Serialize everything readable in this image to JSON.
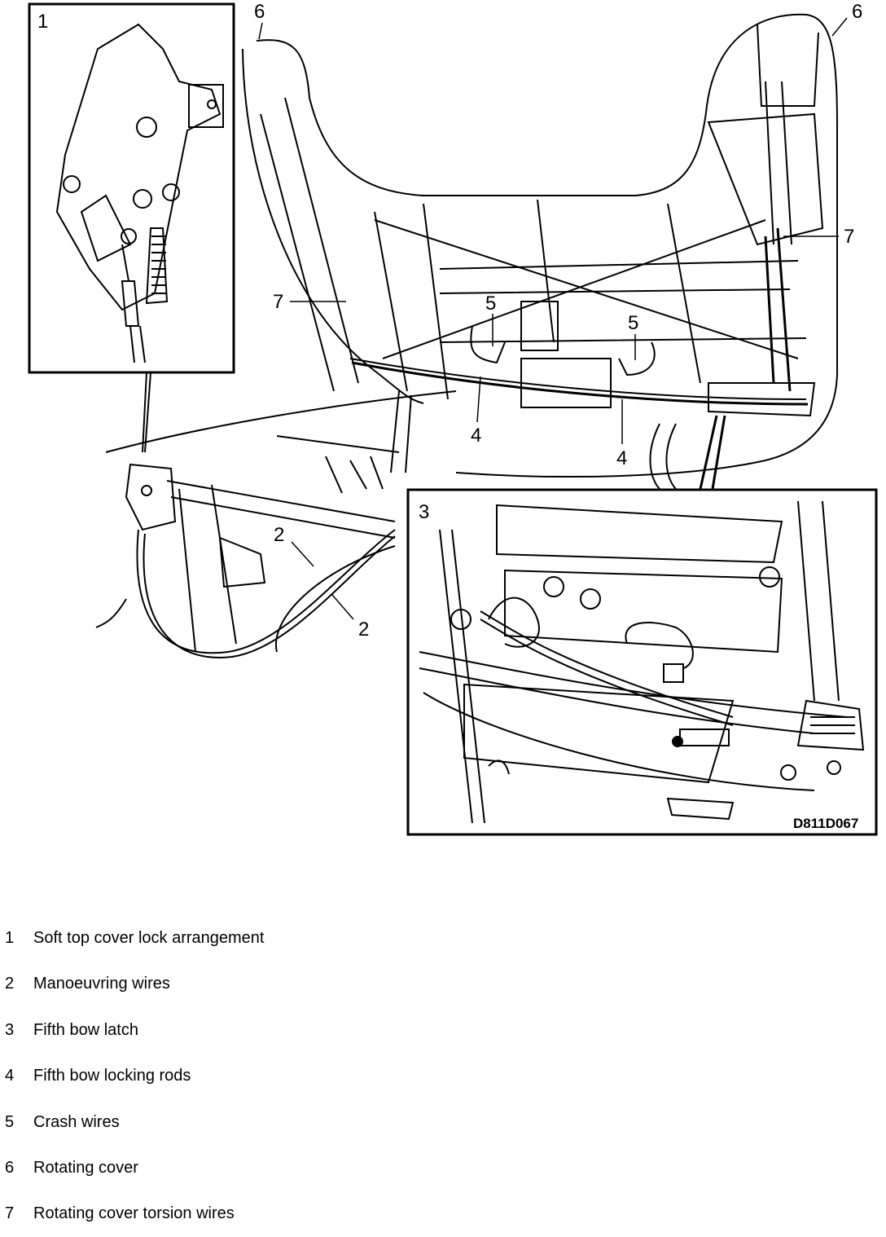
{
  "figure": {
    "code": "D811D067",
    "callouts": {
      "c1": "1",
      "c2a": "2",
      "c2b": "2",
      "c3": "3",
      "c4a": "4",
      "c4b": "4",
      "c5a": "5",
      "c5b": "5",
      "c6a": "6",
      "c6b": "6",
      "c7a": "7",
      "c7b": "7"
    }
  },
  "legend": [
    {
      "num": "1",
      "text": "Soft top cover lock arrangement"
    },
    {
      "num": "2",
      "text": "Manoeuvring wires"
    },
    {
      "num": "3",
      "text": "Fifth bow latch"
    },
    {
      "num": "4",
      "text": "Fifth bow locking rods"
    },
    {
      "num": "5",
      "text": "Crash wires"
    },
    {
      "num": "6",
      "text": "Rotating cover"
    },
    {
      "num": "7",
      "text": "Rotating cover torsion wires"
    }
  ]
}
